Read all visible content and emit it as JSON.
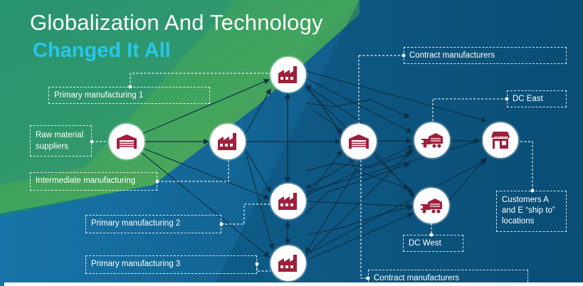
{
  "title": {
    "line1": "Globalization And Technology",
    "line2": "Changed It All"
  },
  "labels": {
    "contract_top": "Contract manufacturers",
    "primary1": "Primary manufacturing 1",
    "dc_east": "DC East",
    "raw_line1": "Raw material",
    "raw_line2": "suppliers",
    "intermediate": "Intermediate manufacturing",
    "customers_line1": "Customers A",
    "customers_line2": "and E “ship to”",
    "customers_line3": "locations",
    "primary2": "Primary manufacturing 2",
    "dc_west": "DC West",
    "primary3": "Primary manufacturing 3",
    "contract_bottom": "Contract manufacturers"
  },
  "nodes": [
    {
      "id": "raw-supplier",
      "icon": "warehouse-icon"
    },
    {
      "id": "primary-mfg-1",
      "icon": "factory-icon"
    },
    {
      "id": "intermediate-mfg",
      "icon": "factory-icon"
    },
    {
      "id": "primary-mfg-2",
      "icon": "factory-icon"
    },
    {
      "id": "primary-mfg-3",
      "icon": "factory-icon"
    },
    {
      "id": "contract-mfg",
      "icon": "warehouse-icon"
    },
    {
      "id": "dc-east",
      "icon": "truck-icon"
    },
    {
      "id": "dc-west",
      "icon": "truck-icon"
    },
    {
      "id": "customers",
      "icon": "store-icon"
    }
  ],
  "colors": {
    "background_dark": "#0a4d72",
    "background_blue": "#1a6fa0",
    "background_green": "#3aa56a",
    "title_accent": "#27c6ea",
    "icon": "#a01f3c",
    "arrow": "#0e2f45"
  }
}
